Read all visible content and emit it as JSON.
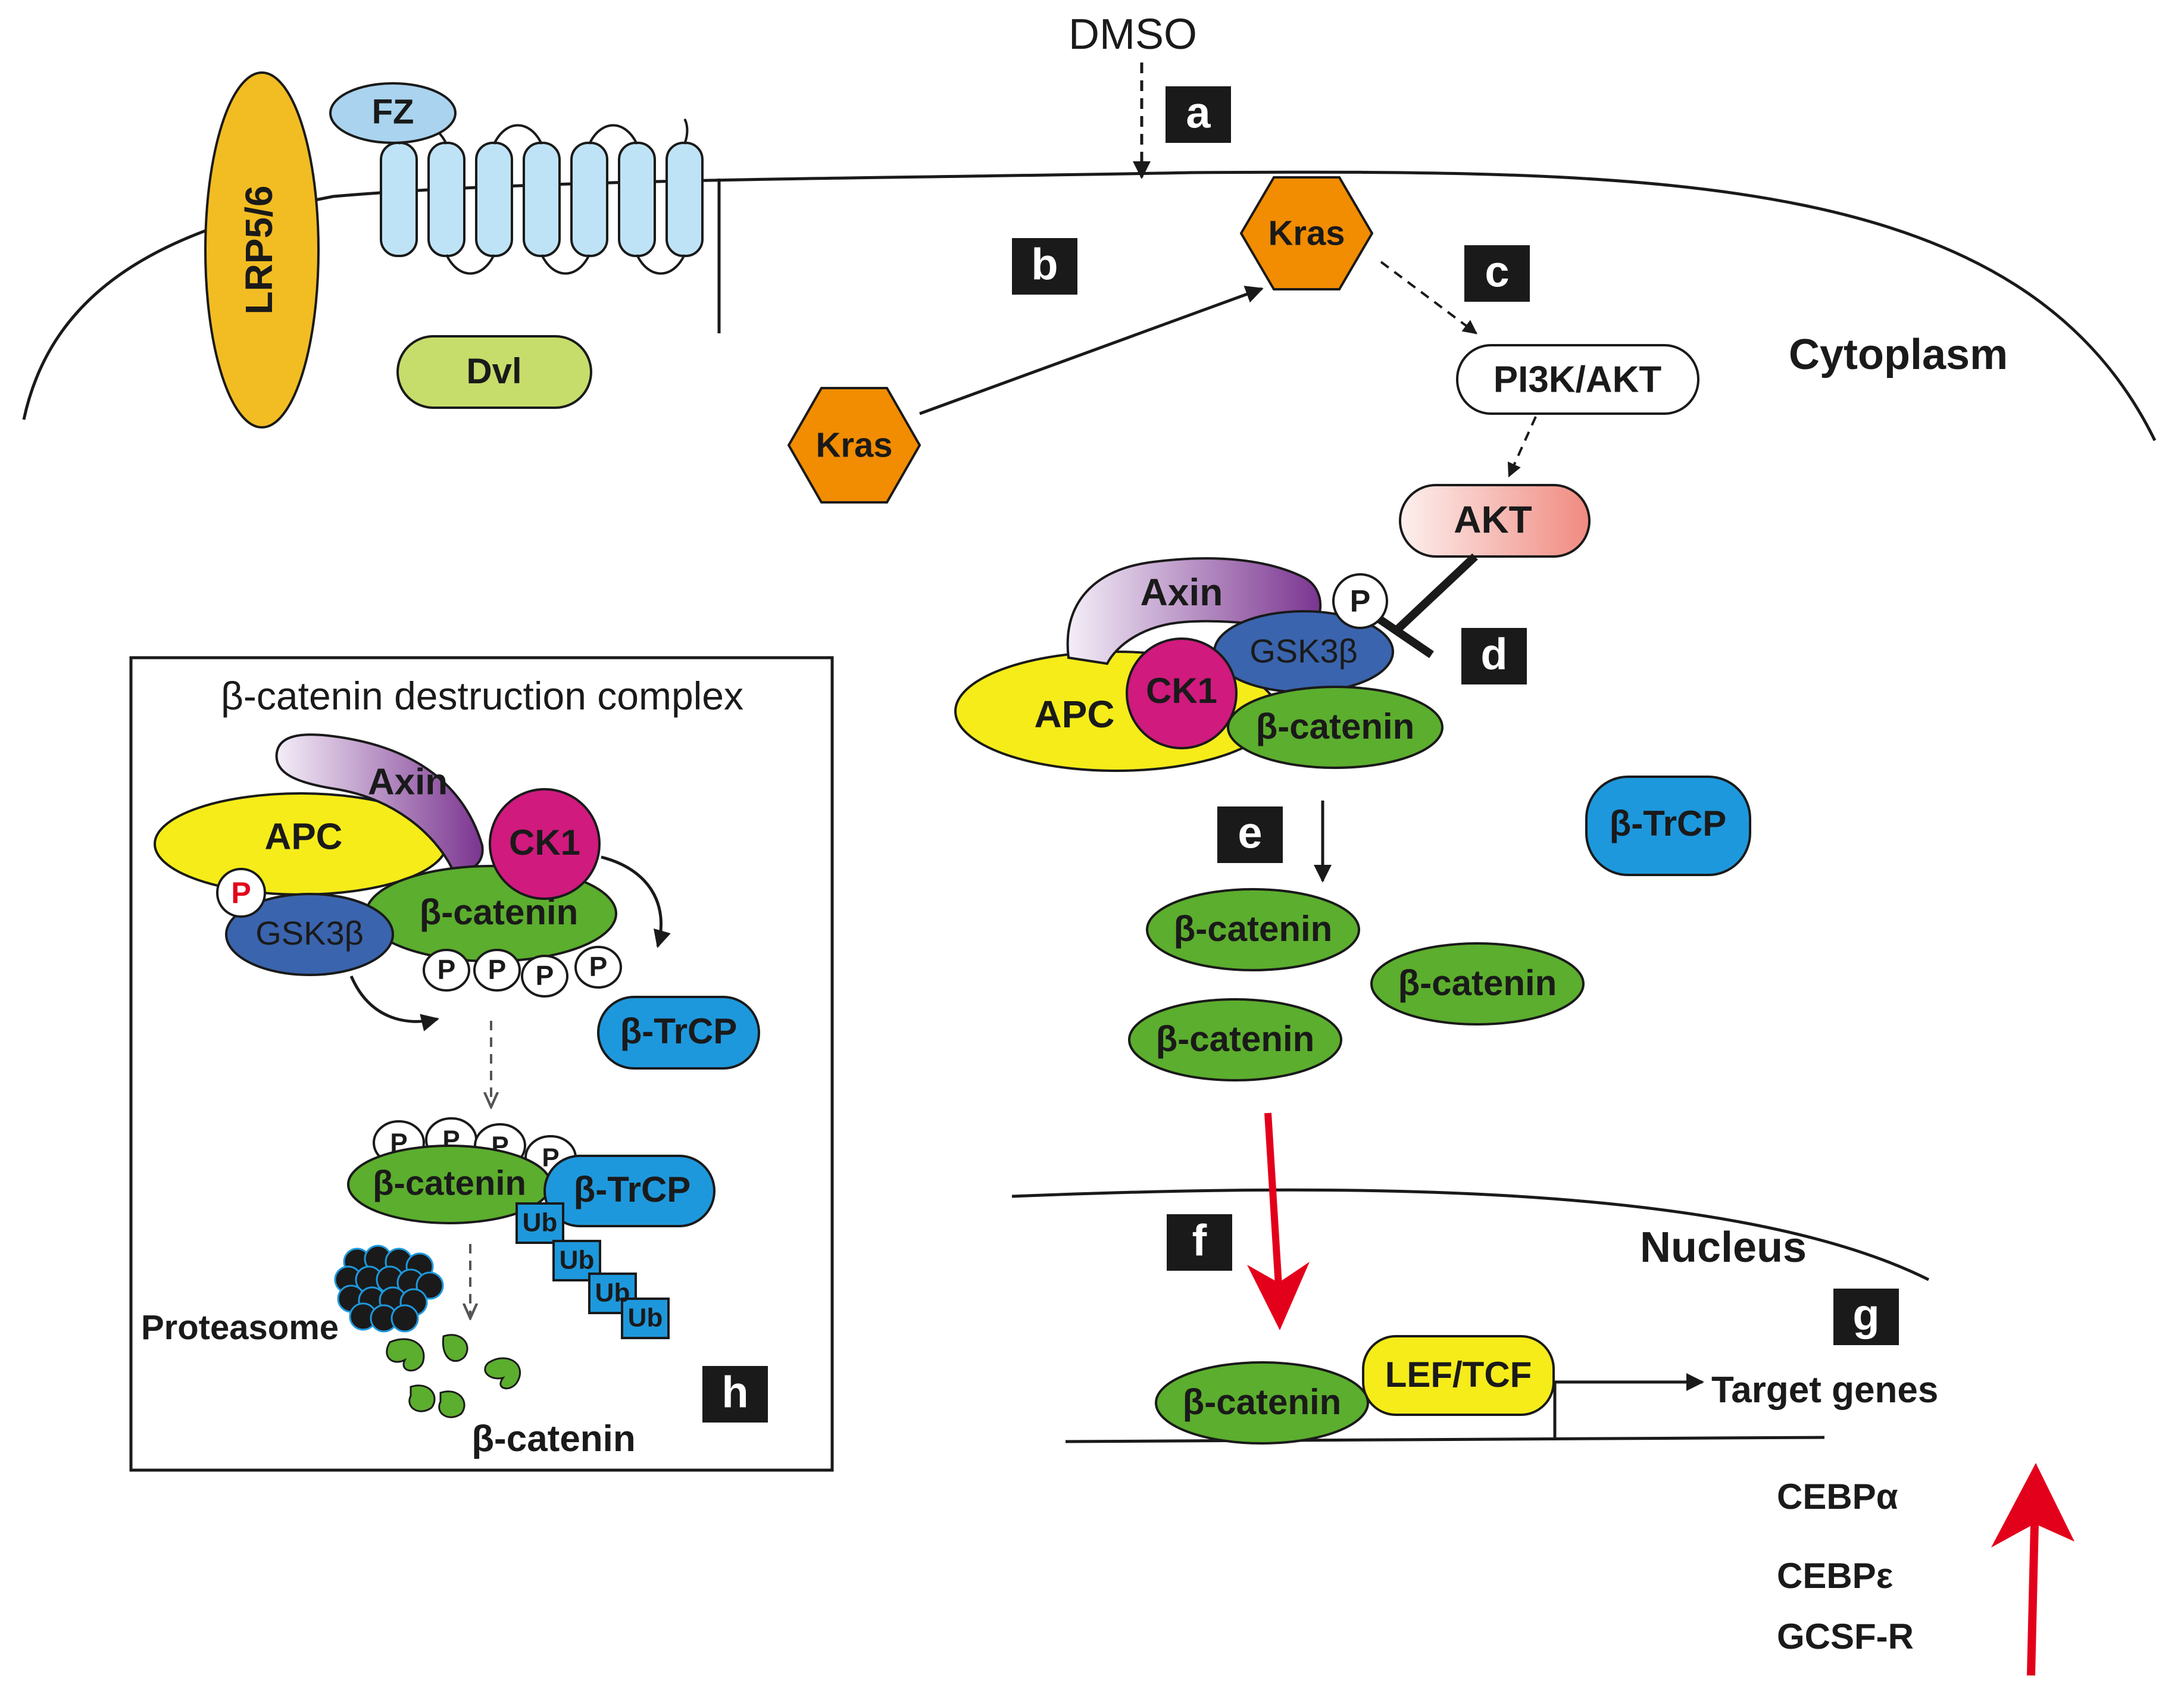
{
  "labels": {
    "dmso": "DMSO",
    "fz": "FZ",
    "lrp": "LRP5/6",
    "dvl": "Dvl",
    "kras": "Kras",
    "pi3k": "PI3K/AKT",
    "akt": "AKT",
    "cytoplasm": "Cytoplasm",
    "axin": "Axin",
    "p": "P",
    "gsk3b": "GSK3β",
    "apc": "APC",
    "ck1": "CK1",
    "bcat": "β-catenin",
    "btrcp": "β-TrCP",
    "nucleus": "Nucleus",
    "leftcf": "LEF/TCF",
    "target": "Target genes",
    "cebpa": "CEBPα",
    "cebpe": "CEBPε",
    "gcsfr": "GCSF-R",
    "box_title": "β-catenin destruction complex",
    "proteasome": "Proteasome",
    "ub": "Ub"
  },
  "steps": {
    "a": "a",
    "b": "b",
    "c": "c",
    "d": "d",
    "e": "e",
    "f": "f",
    "g": "g",
    "h": "h"
  },
  "colors": {
    "lrp": "#f2bd23",
    "fz": "#a9d3ee",
    "membrane": "#bfe3f6",
    "dvl": "#c6dd6b",
    "kras": "#f28c00",
    "apc": "#f5ec1a",
    "ck1": "#d01a7e",
    "gsk": "#3a64ad",
    "bcat": "#5cae2e",
    "btrcp": "#1e98dc",
    "axin": "#7b3590",
    "red": "#e3001b",
    "dark": "#1a1a1a"
  }
}
